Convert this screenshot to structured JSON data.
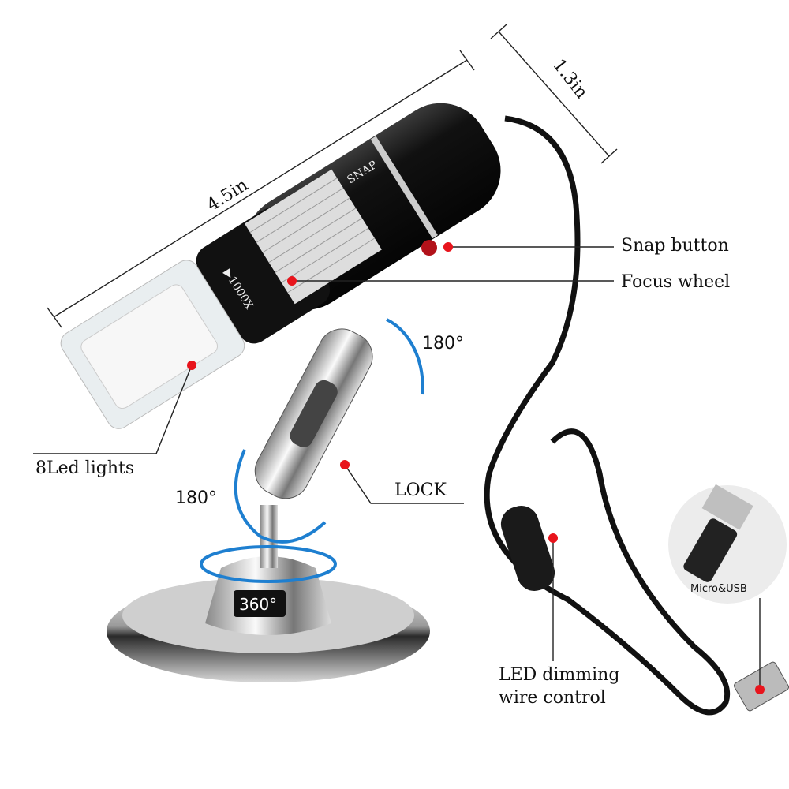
{
  "dimensions": {
    "length": "4.5in",
    "diameter": "1.3in"
  },
  "body_markings": {
    "snap": "SNAP",
    "magnification": "▶1000X"
  },
  "callouts": {
    "snap_button": "Snap button",
    "focus_wheel": "Focus wheel",
    "led_lights": "8Led lights",
    "lock": "LOCK",
    "led_dimming_line1": "LED dimming",
    "led_dimming_line2": "wire control",
    "connector": "Micro&USB"
  },
  "rotation": {
    "holder": "180°",
    "arm": "180°",
    "base": "360°"
  },
  "colors": {
    "callout_dot": "#e8141c",
    "rotation_arrow": "#1e7fd0",
    "body": "#151515"
  }
}
